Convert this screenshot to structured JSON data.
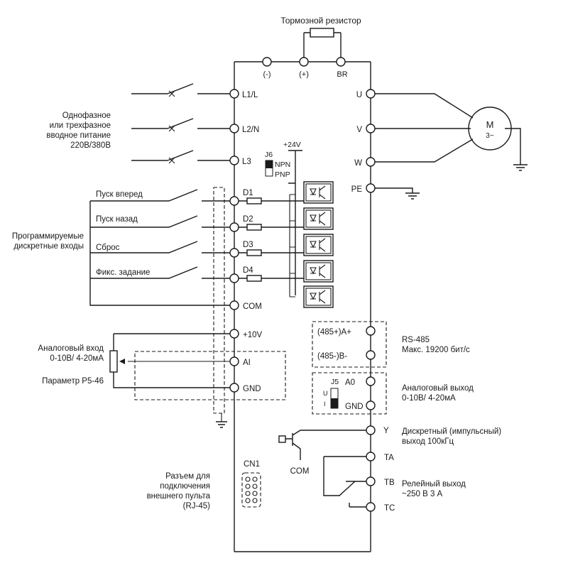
{
  "brake": {
    "title": "Тормозной резистор",
    "terminals": [
      "(-)",
      "(+)",
      "BR"
    ]
  },
  "power_input": {
    "lines": [
      "Однофазное",
      "или трехфазное",
      "вводное питание",
      "220В/380В"
    ],
    "terminals": [
      "L1/L",
      "L2/N",
      "L3"
    ]
  },
  "motor": {
    "terminals": [
      "U",
      "V",
      "W",
      "PE"
    ],
    "label": "M",
    "phase": "3~"
  },
  "supply": {
    "v24": "+24V",
    "jumper": "J6",
    "npn": "NPN",
    "pnp": "PNP"
  },
  "digital_inputs": {
    "group_lines": [
      "Программируемые",
      "дискретные входы"
    ],
    "labels": [
      "Пуск вперед",
      "Пуск назад",
      "Сброс",
      "Фикс. задание"
    ],
    "terminals": [
      "D1",
      "D2",
      "D3",
      "D4",
      "COM"
    ]
  },
  "analog_input": {
    "lines": [
      "Аналоговый вход",
      "0-10В/ 4-20мА"
    ],
    "param": "Параметр P5-46",
    "terminals": [
      "+10V",
      "AI",
      "GND"
    ]
  },
  "rs485": {
    "terminals": [
      "(485+)A+",
      "(485-)B-"
    ],
    "lines": [
      "RS-485",
      "Макс. 19200 бит/с"
    ]
  },
  "analog_output": {
    "jumper": "J5",
    "u": "U",
    "i": "I",
    "terminals": [
      "A0",
      "GND"
    ],
    "lines": [
      "Аналоговый выход",
      "0-10В/ 4-20мА"
    ]
  },
  "digital_output": {
    "terminal": "Y",
    "com": "COM",
    "lines": [
      "Дискретный (импульсный)",
      "выход 100кГц"
    ]
  },
  "relay": {
    "terminals": [
      "TA",
      "TB",
      "TC"
    ],
    "lines": [
      "Релейный выход",
      "~250 В 3 А"
    ]
  },
  "keypad": {
    "connector": "CN1",
    "lines": [
      "Разъем для",
      "подключения",
      "внешнего пульта",
      "(RJ-45)"
    ]
  }
}
